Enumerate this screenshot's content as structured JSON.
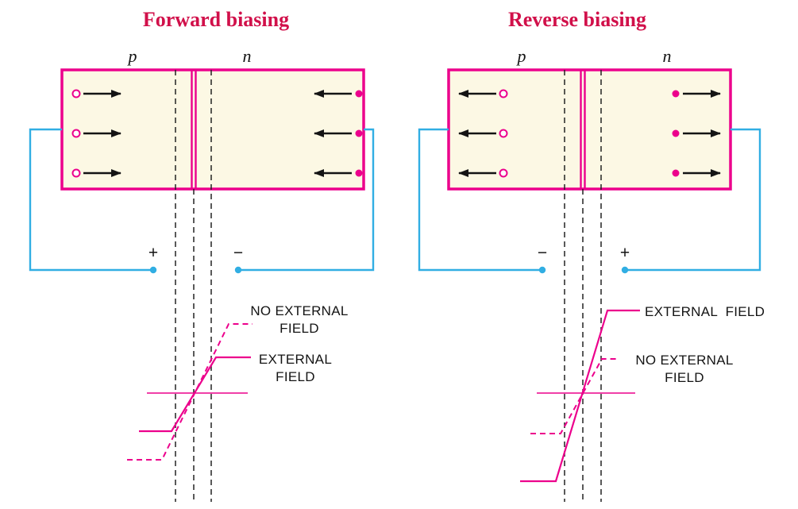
{
  "colors": {
    "magenta": "#EC008C",
    "title_red": "#D1104A",
    "junction_fill": "#FCF8E4",
    "wire_blue": "#31AEE3",
    "ink": "#141414",
    "background": "#FFFFFF"
  },
  "panels": {
    "forward": {
      "title": "Forward biasing",
      "p_label": "p",
      "n_label": "n",
      "positive_terminal": "+",
      "negative_terminal": "−",
      "no_field_line1": "NO EXTERNAL",
      "no_field_line2": "FIELD",
      "field_line1": "EXTERNAL",
      "field_line2": "FIELD"
    },
    "reverse": {
      "title": "Reverse biasing",
      "p_label": "p",
      "n_label": "n",
      "negative_terminal": "−",
      "positive_terminal": "+",
      "field_label": "EXTERNAL  FIELD",
      "no_field_line1": "NO EXTERNAL",
      "no_field_line2": "FIELD"
    }
  }
}
